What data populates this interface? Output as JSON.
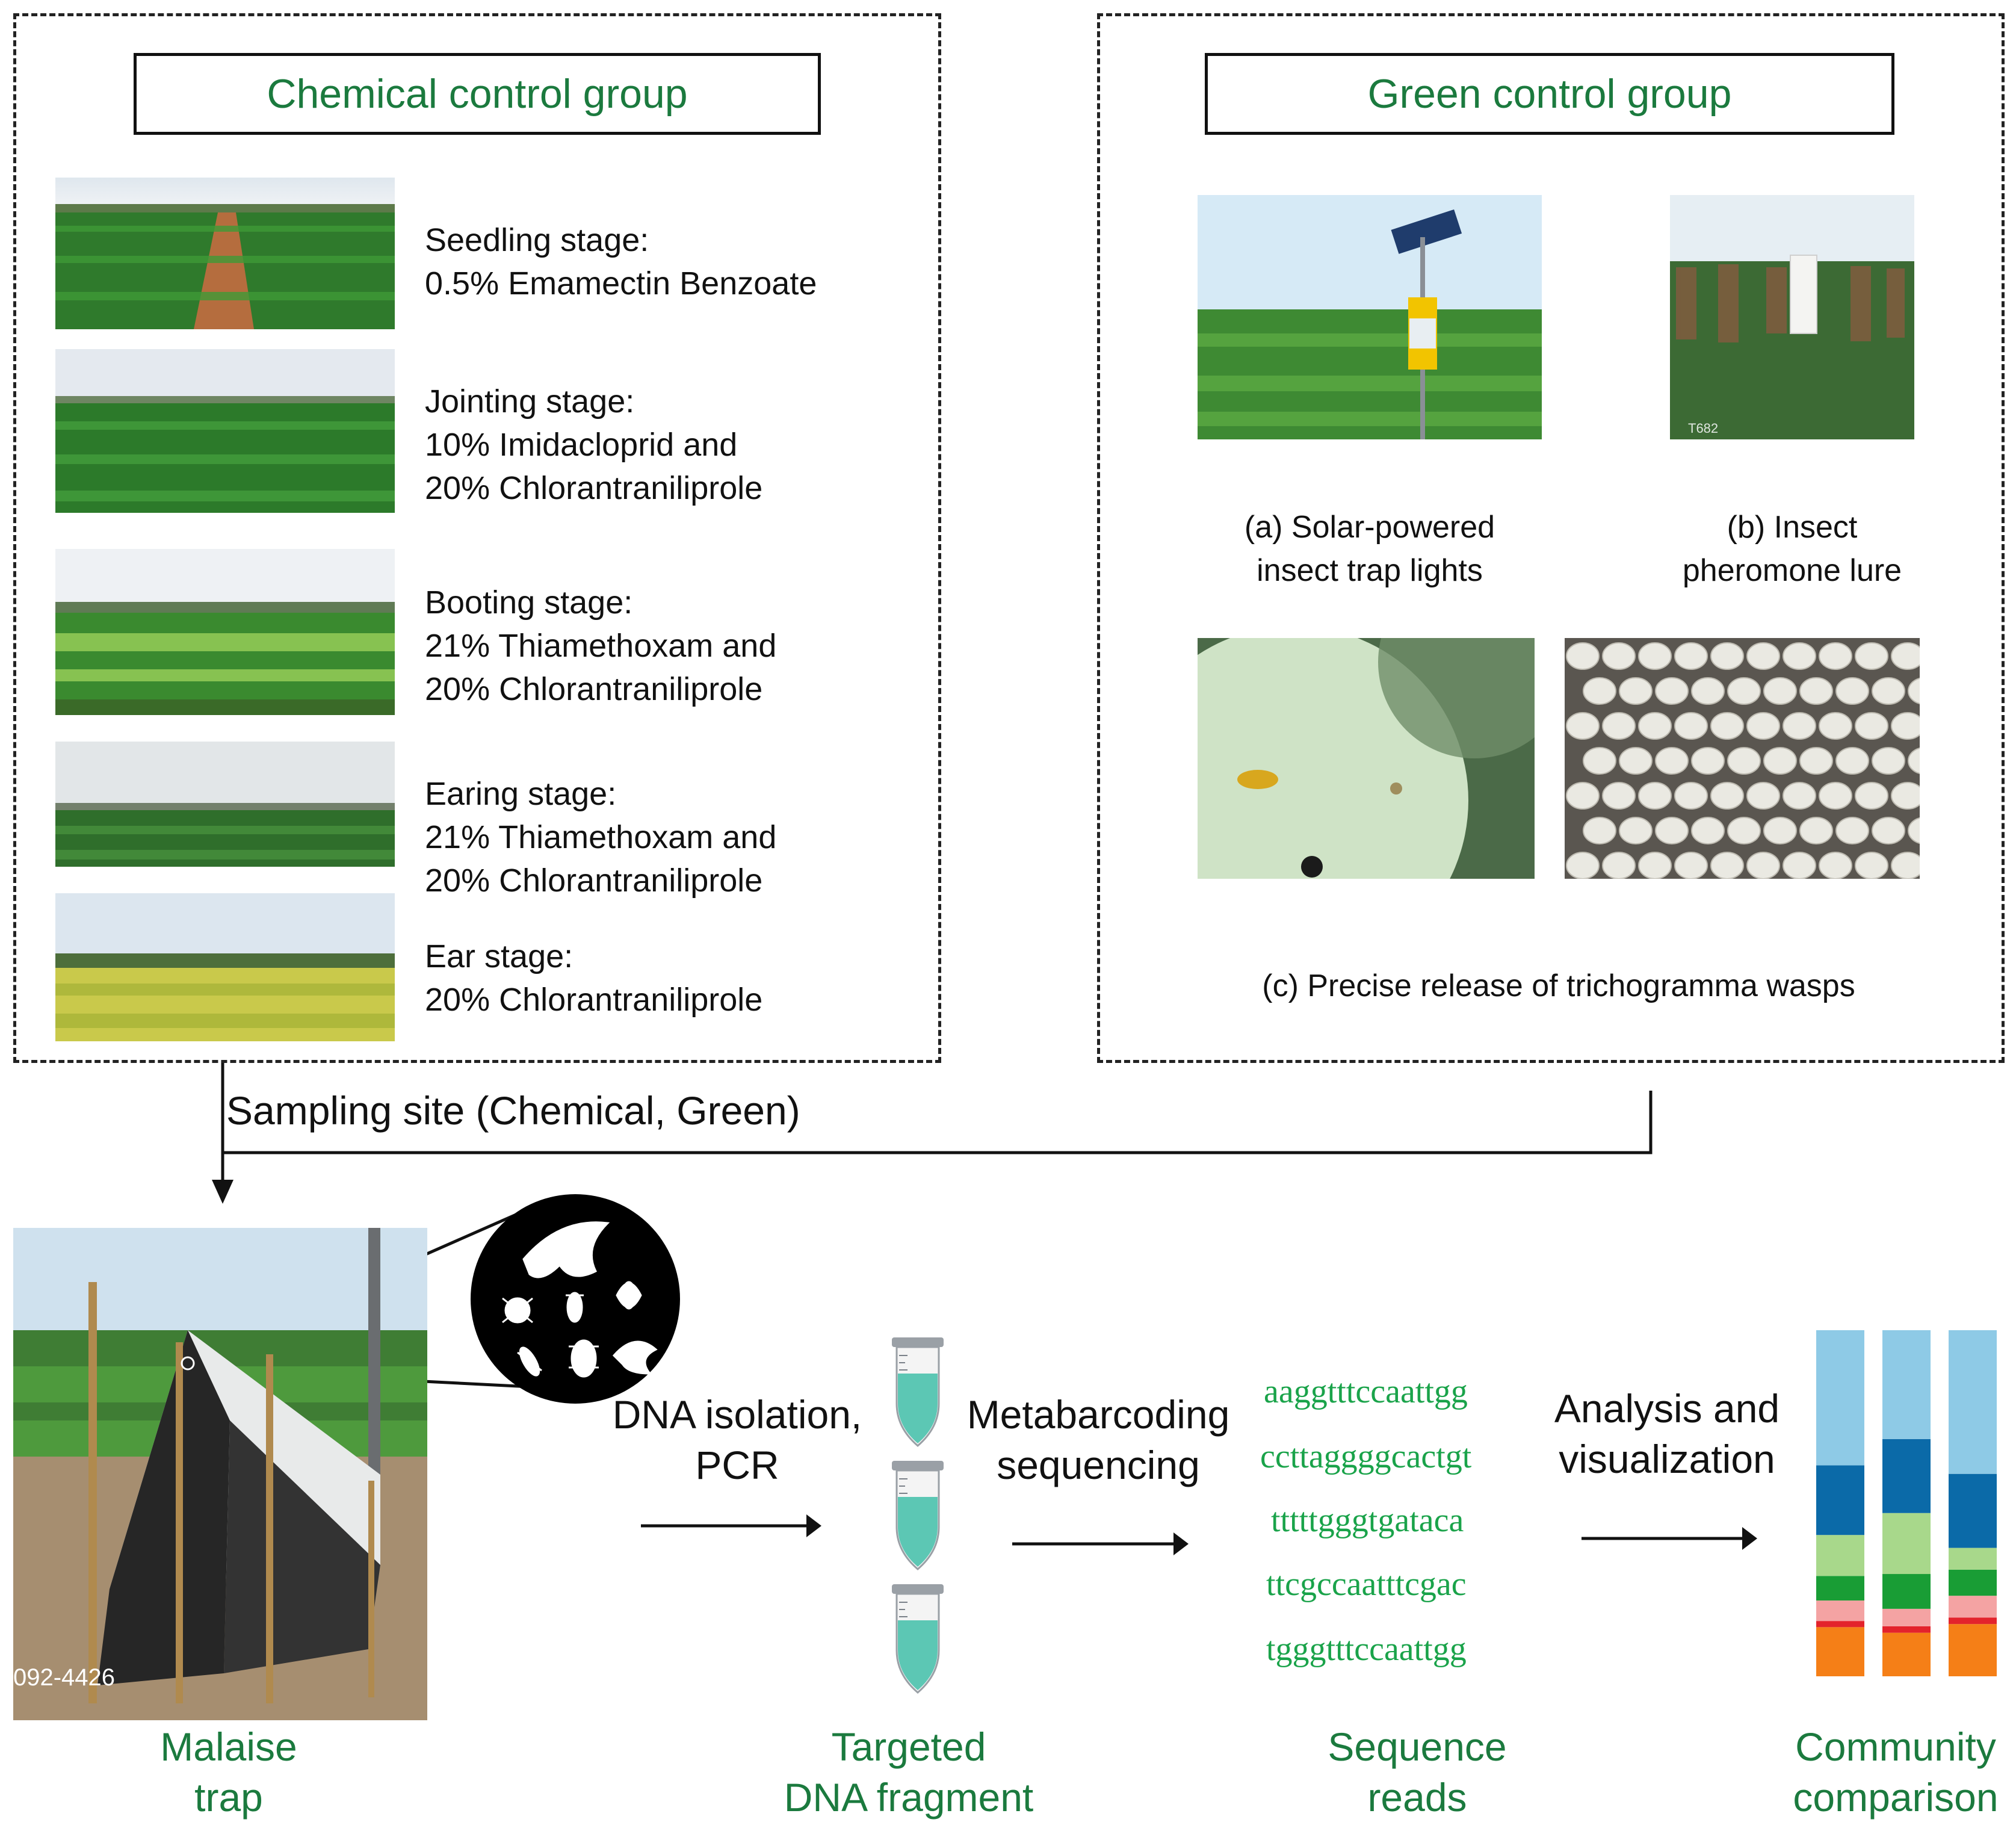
{
  "chemical_group": {
    "title": "Chemical control group",
    "stages": [
      {
        "name": "Seedling stage:",
        "lines": [
          "0.5% Emamectin Benzoate"
        ]
      },
      {
        "name": "Jointing stage:",
        "lines": [
          "10% Imidacloprid and",
          "20% Chlorantraniliprole"
        ]
      },
      {
        "name": "Booting stage:",
        "lines": [
          "21% Thiamethoxam and",
          "20% Chlorantraniliprole"
        ]
      },
      {
        "name": "Earing stage:",
        "lines": [
          "21% Thiamethoxam and",
          "20% Chlorantraniliprole"
        ]
      },
      {
        "name": "Ear stage:",
        "lines": [
          "20% Chlorantraniliprole"
        ]
      }
    ]
  },
  "green_group": {
    "title": "Green control group",
    "captions": {
      "a": [
        "(a) Solar-powered",
        "insect trap lights"
      ],
      "b": [
        "(b) Insect",
        "pheromone lure"
      ],
      "c": "(c) Precise release of trichogramma wasps"
    },
    "photo_b_mark": "T682"
  },
  "sampling_label": "Sampling site (Chemical, Green)",
  "trap_photo_mark": "092-4426",
  "pipeline": {
    "step1": [
      "DNA isolation,",
      "PCR"
    ],
    "step2": [
      "Metabarcoding",
      "sequencing"
    ],
    "step3": [
      "Analysis and",
      "visualization"
    ]
  },
  "outputs": {
    "malaise": [
      "Malaise",
      "trap"
    ],
    "dna": [
      "Targeted",
      "DNA fragment"
    ],
    "reads": [
      "Sequence",
      "reads"
    ],
    "community": [
      "Community",
      "comparison"
    ]
  },
  "sequences": [
    "aaggtttccaattgg",
    "ccttaggggcactgt",
    "tttttgggtgataca",
    "ttcgccaatttcgac",
    "tgggtttccaattgg"
  ],
  "colors": {
    "accent_green": "#1b7a3e",
    "sequence_green": "#1aa34a",
    "bar_segments": [
      "#8ecae6",
      "#0b6aa8",
      "#a8d88b",
      "#199d35",
      "#f4a3a3",
      "#e3232c",
      "#f57f17"
    ]
  },
  "chart_data": {
    "type": "bar",
    "stacked": true,
    "categories": [
      "",
      "",
      ""
    ],
    "series": [
      {
        "values": [
          33,
          25,
          33
        ]
      },
      {
        "values": [
          17,
          17,
          17
        ]
      },
      {
        "values": [
          10,
          14,
          5
        ]
      },
      {
        "values": [
          6,
          8,
          6
        ]
      },
      {
        "values": [
          5,
          4,
          5
        ]
      },
      {
        "values": [
          1.5,
          1.5,
          1.5
        ]
      },
      {
        "values": [
          12,
          10,
          12
        ]
      }
    ]
  }
}
